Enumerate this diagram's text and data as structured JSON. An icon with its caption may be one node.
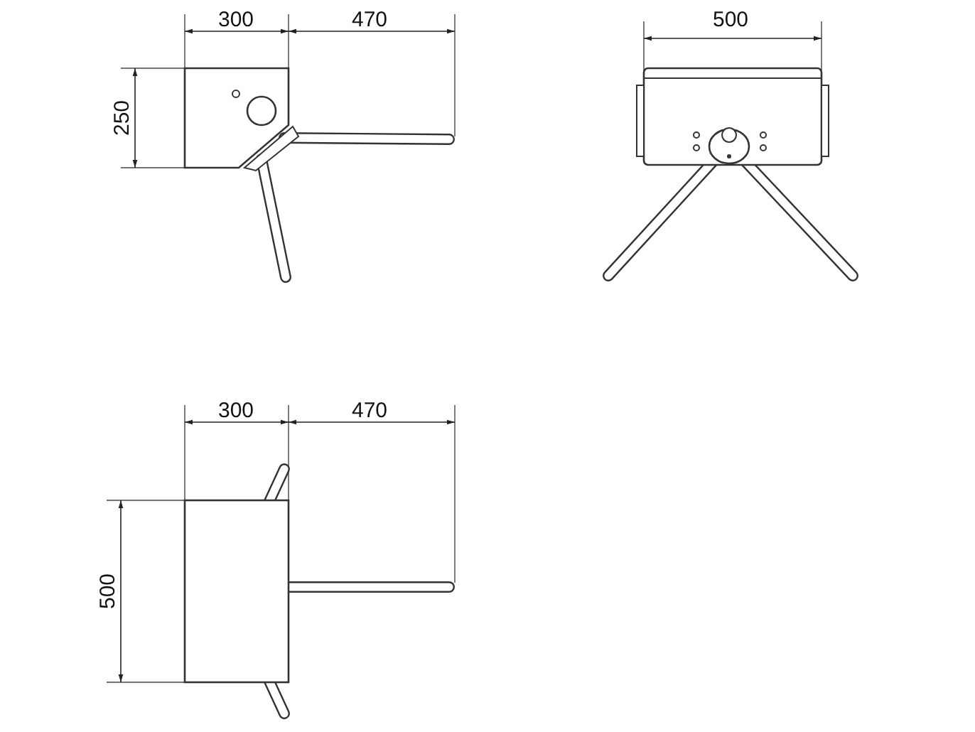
{
  "diagram": {
    "labels": [
      "300",
      "470",
      "500",
      "250",
      "300",
      "470",
      "500"
    ]
  }
}
